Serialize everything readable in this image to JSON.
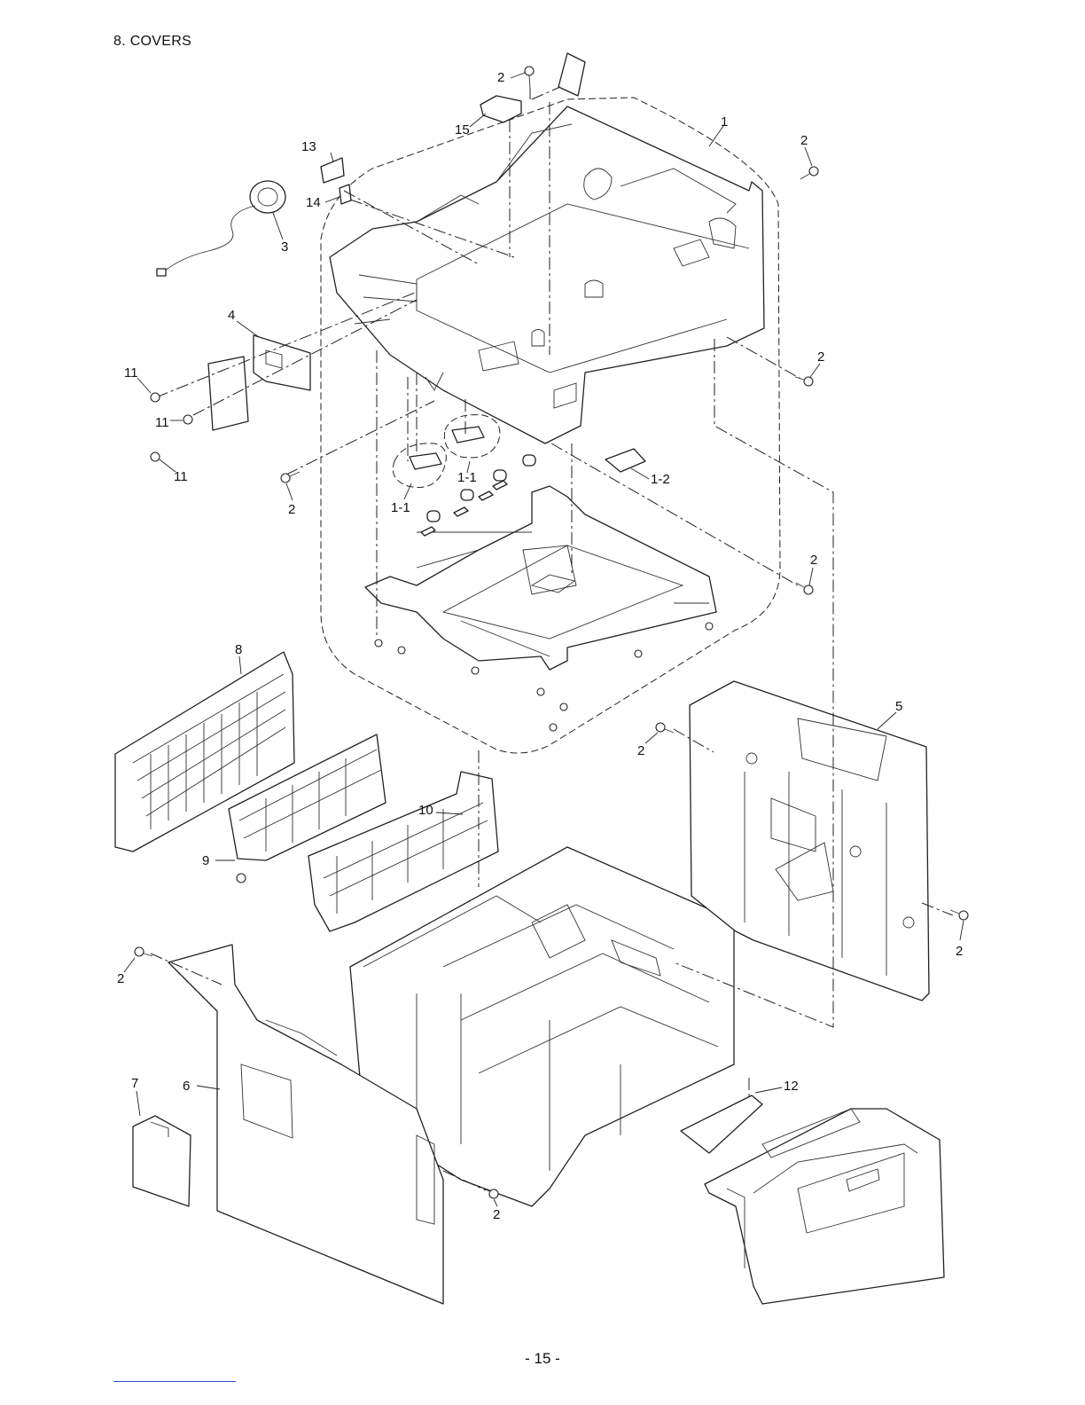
{
  "page": {
    "title": "8. COVERS",
    "page_number": "- 15 -"
  },
  "callouts": {
    "c1": "1",
    "c1_1a": "1-1",
    "c1_1b": "1-1",
    "c1_2": "1-2",
    "c2a": "2",
    "c2b": "2",
    "c2c": "2",
    "c2d": "2",
    "c2e": "2",
    "c2f": "2",
    "c2g": "2",
    "c2h": "2",
    "c2i": "2",
    "c3": "3",
    "c4": "4",
    "c5": "5",
    "c6": "6",
    "c7": "7",
    "c8": "8",
    "c9": "9",
    "c10": "10",
    "c11a": "11",
    "c11b": "11",
    "c11c": "11",
    "c12": "12",
    "c13": "13",
    "c14": "14",
    "c15": "15"
  }
}
